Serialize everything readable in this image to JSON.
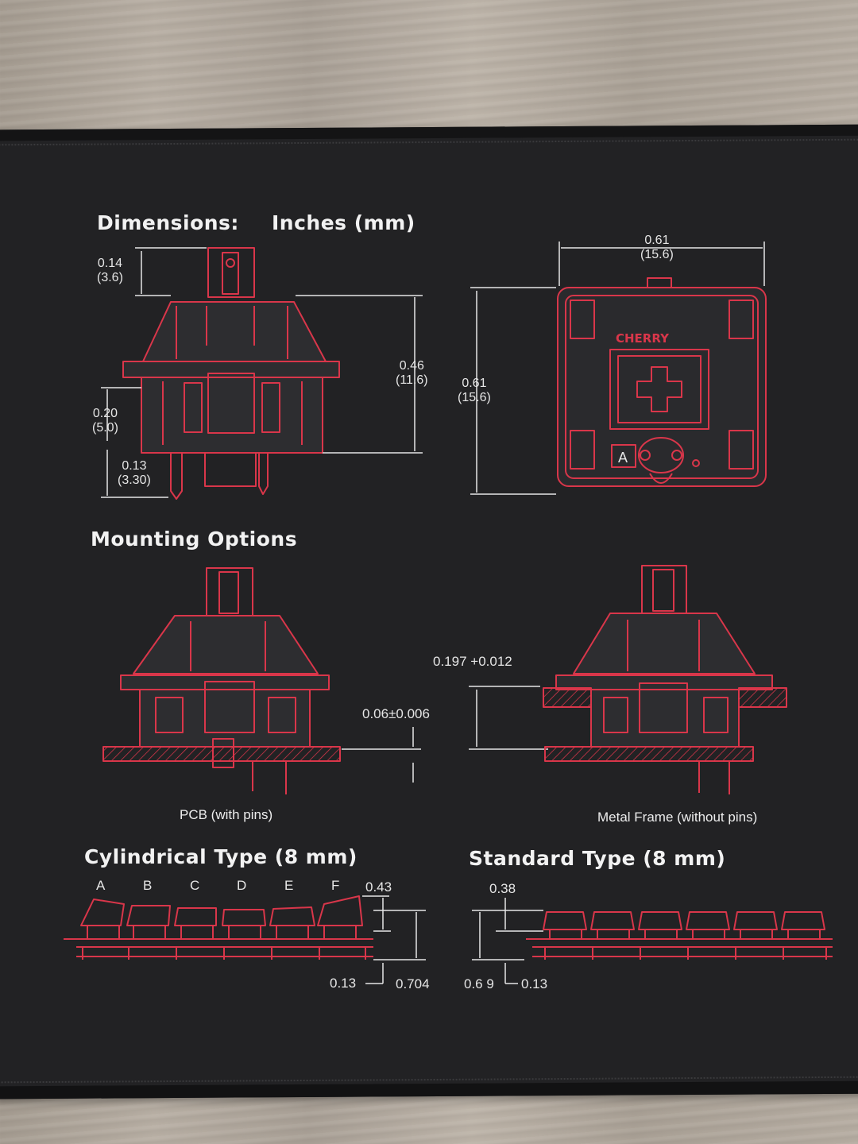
{
  "headings": {
    "dimensions": "Dimensions:",
    "units": "Inches (mm)",
    "mounting": "Mounting Options",
    "cylindrical": "Cylindrical Type (8 mm)",
    "standard": "Standard Type (8 mm)"
  },
  "dimensions": {
    "stem_in": "0.14",
    "stem_mm": "(3.6)",
    "body_in": "0.46",
    "body_mm": "(11.6)",
    "lower_in": "0.20",
    "lower_mm": "(5.0)",
    "pin_in": "0.13",
    "pin_mm": "(3.30)",
    "top_width_in": "0.61",
    "top_width_mm": "(15.6)",
    "top_height_in": "0.61",
    "top_height_mm": "(15.6)",
    "logo": "CHERRY",
    "mark": "A"
  },
  "mounting": {
    "plate_gap": "0.06±0.006",
    "frame_height": "0.197 +0.012",
    "pcb_label": "PCB (with pins)",
    "frame_label": "Metal Frame (without pins)"
  },
  "cylindrical": {
    "rows": [
      "A",
      "B",
      "C",
      "D",
      "E",
      "F"
    ],
    "top_value": "0.43",
    "base_value": "0.13",
    "total_value": "0.704"
  },
  "standard": {
    "top_value": "0.38",
    "left_value": "0.6 9",
    "base_value": "0.13"
  },
  "colors": {
    "mat": "#222224",
    "line_red": "#d9364a",
    "text": "#eeeeee"
  }
}
